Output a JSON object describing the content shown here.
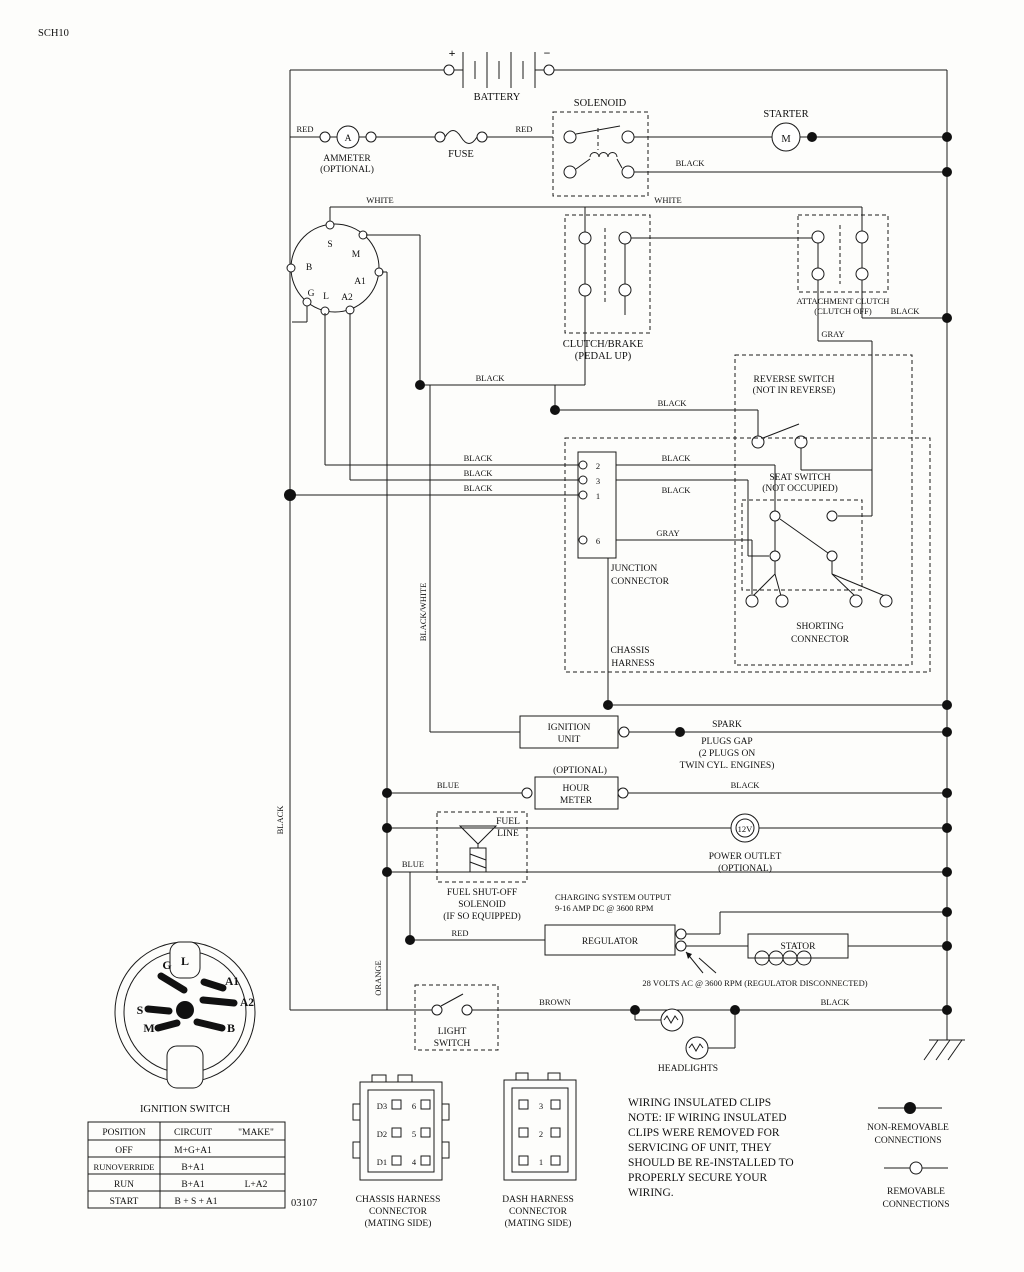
{
  "sheet": {
    "id": "SCH10",
    "number": "03107"
  },
  "wires": {
    "red": "RED",
    "black": "BLACK",
    "white": "WHITE",
    "gray": "GRAY",
    "blue": "BLUE",
    "brown": "BROWN",
    "orange": "ORANGE",
    "black_white": "BLACK/WHITE"
  },
  "battery": {
    "label": "BATTERY",
    "plus": "+",
    "minus": "−"
  },
  "ammeter": {
    "symbol": "A",
    "line1": "AMMETER",
    "line2": "(OPTIONAL)"
  },
  "fuse": {
    "label": "FUSE"
  },
  "solenoid": {
    "label": "SOLENOID"
  },
  "starter": {
    "label": "STARTER",
    "symbol": "M"
  },
  "key": {
    "s": "S",
    "m": "M",
    "b": "B",
    "a1": "A1",
    "g": "G",
    "l": "L",
    "a2": "A2"
  },
  "clutch_brake": {
    "line1": "CLUTCH/BRAKE",
    "line2": "(PEDAL UP)"
  },
  "attachment": {
    "line1": "ATTACHMENT CLUTCH",
    "line2": "(CLUTCH OFF)"
  },
  "reverse": {
    "line1": "REVERSE SWITCH",
    "line2": "(NOT IN REVERSE)"
  },
  "seat": {
    "line1": "SEAT SWITCH",
    "line2": "(NOT OCCUPIED)"
  },
  "junction": {
    "line1": "JUNCTION",
    "line2": "CONNECTOR",
    "p2": "2",
    "p3": "3",
    "p1": "1",
    "p6": "6"
  },
  "shorting": {
    "line1": "SHORTING",
    "line2": "CONNECTOR"
  },
  "chassis": {
    "line1": "CHASSIS",
    "line2": "HARNESS"
  },
  "ignition_unit": {
    "line1": "IGNITION",
    "line2": "UNIT"
  },
  "spark": {
    "l1": "SPARK",
    "l2": "PLUGS GAP",
    "l3": "(2 PLUGS ON",
    "l4": "TWIN CYL. ENGINES)"
  },
  "hour": {
    "opt": "(OPTIONAL)",
    "line1": "HOUR",
    "line2": "METER"
  },
  "fuel": {
    "line1": "FUEL",
    "line2": "LINE",
    "s1": "FUEL SHUT-OFF",
    "s2": "SOLENOID",
    "s3": "(IF SO EQUIPPED)"
  },
  "outlet": {
    "v": "12V",
    "line1": "POWER OUTLET",
    "line2": "(OPTIONAL)"
  },
  "charging": {
    "line1": "CHARGING SYSTEM OUTPUT",
    "line2": "9-16 AMP DC @ 3600 RPM"
  },
  "regulator": {
    "label": "REGULATOR"
  },
  "stator": {
    "label": "STATOR",
    "note": "28 VOLTS AC @ 3600 RPM (REGULATOR DISCONNECTED)"
  },
  "light": {
    "line1": "LIGHT",
    "line2": "SWITCH"
  },
  "headlights": {
    "label": "HEADLIGHTS"
  },
  "detail": {
    "title": "IGNITION SWITCH",
    "g": "G",
    "l": "L",
    "a1": "A1",
    "a2": "A2",
    "s": "S",
    "m": "M",
    "b": "B"
  },
  "table": {
    "c1": "POSITION",
    "c2": "CIRCUIT",
    "c3": "\"MAKE\"",
    "rows": [
      [
        "OFF",
        "M+G+A1",
        ""
      ],
      [
        "RUNOVERRIDE",
        "B+A1",
        ""
      ],
      [
        "RUN",
        "B+A1",
        "L+A2"
      ],
      [
        "START",
        "B + S + A1",
        ""
      ]
    ]
  },
  "chassis_conn": {
    "l1": "CHASSIS HARNESS",
    "l2": "CONNECTOR",
    "l3": "(MATING SIDE)",
    "left": [
      "D3",
      "D2",
      "D1"
    ],
    "right": [
      "6",
      "5",
      "4"
    ]
  },
  "dash_conn": {
    "l1": "DASH HARNESS",
    "l2": "CONNECTOR",
    "l3": "(MATING SIDE)",
    "pins": [
      "3",
      "2",
      "1"
    ]
  },
  "note": {
    "lines": [
      "WIRING INSULATED CLIPS",
      "NOTE:  IF WIRING INSULATED",
      "CLIPS WERE REMOVED FOR",
      "SERVICING OF UNIT, THEY",
      "SHOULD BE RE-INSTALLED TO",
      "PROPERLY SECURE YOUR",
      "WIRING."
    ]
  },
  "legend": {
    "nr1": "NON-REMOVABLE",
    "nr2": "CONNECTIONS",
    "r1": "REMOVABLE",
    "r2": "CONNECTIONS"
  }
}
